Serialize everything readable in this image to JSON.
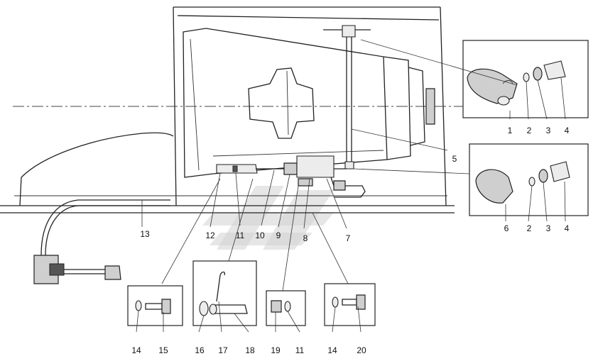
{
  "labels": {
    "l1": "1",
    "l2a": "2",
    "l3a": "3",
    "l4a": "4",
    "l5": "5",
    "l6": "6",
    "l2b": "2",
    "l3b": "3",
    "l4b": "4",
    "l7": "7",
    "l8": "8",
    "l9": "9",
    "l10": "10",
    "l11a": "11",
    "l12": "12",
    "l13": "13",
    "l14a": "14",
    "l15": "15",
    "l16": "16",
    "l17": "17",
    "l18": "18",
    "l19": "19",
    "l11b": "11",
    "l14b": "14",
    "l20": "20"
  }
}
